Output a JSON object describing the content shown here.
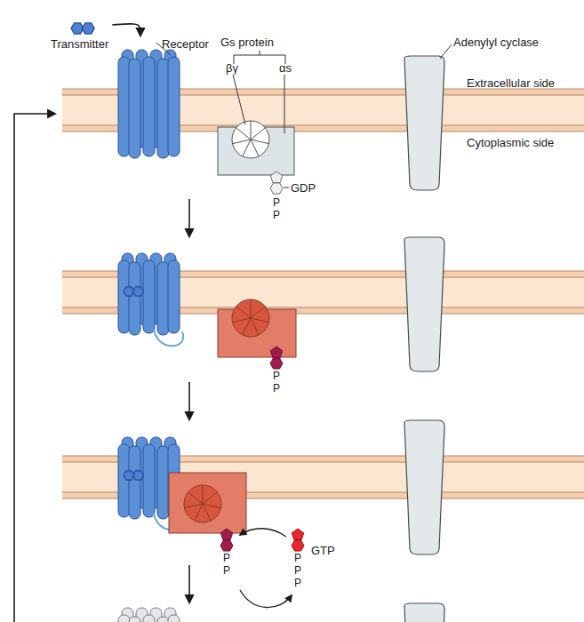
{
  "diagram": {
    "nodes": [
      {
        "text": [
          "Transmitter"
        ]
      },
      {
        "text": [
          "Receptor"
        ]
      },
      {
        "text": [
          "Gs protein"
        ]
      },
      {
        "text": [
          "Adenylyl cyclase"
        ]
      }
    ],
    "edges": [
      {
        "from": 0,
        "to": 1,
        "arrow": "to"
      }
    ],
    "labels": [
      "βγ",
      "αs",
      "Extracellular side",
      "Cytoplasmic side",
      "GDP",
      "P",
      "P",
      "P",
      "P",
      "P",
      "P",
      "GTP",
      "P",
      "P",
      "P"
    ]
  }
}
